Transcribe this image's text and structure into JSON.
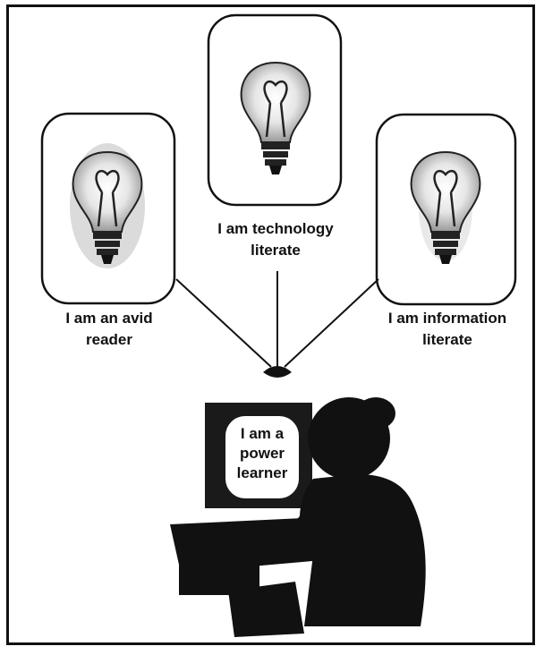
{
  "bulbs": [
    {
      "id": "left",
      "label": "I am an avid\nreader"
    },
    {
      "id": "center",
      "label": "I am technology\nliterate"
    },
    {
      "id": "right",
      "label": "I am information\nliterate"
    }
  ],
  "screen_text": "I am a\npower\nlearner",
  "colors": {
    "ink": "#111111",
    "card_fill": "#ffffff",
    "screen": "#ffffff"
  }
}
